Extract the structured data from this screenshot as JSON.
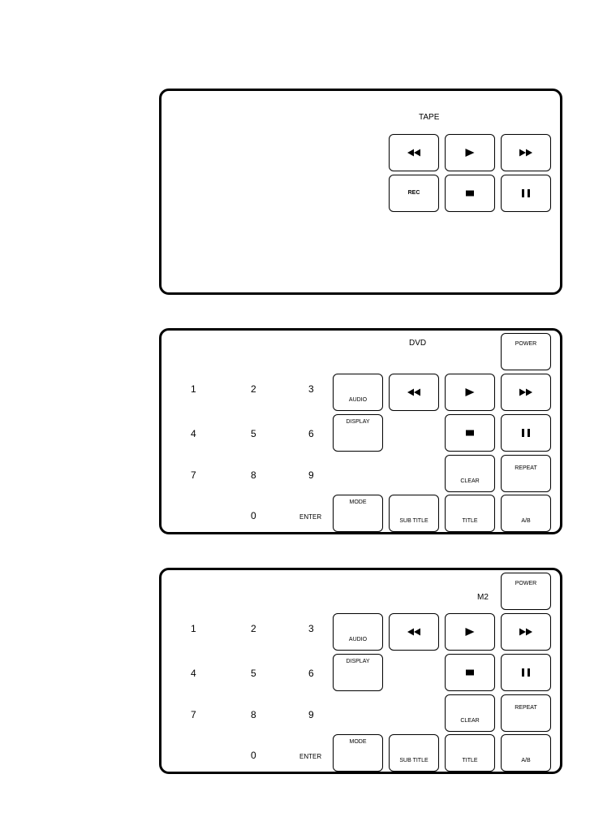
{
  "tape": {
    "title": "TAPE",
    "buttons": {
      "rec": "REC"
    },
    "icons": {
      "rewind": "rewind-icon",
      "play": "play-icon",
      "fast_forward": "fast-forward-icon",
      "stop": "stop-icon",
      "pause": "pause-icon"
    }
  },
  "dvd": {
    "title": "DVD",
    "numbers": [
      "1",
      "2",
      "3",
      "4",
      "5",
      "6",
      "7",
      "8",
      "9",
      "0"
    ],
    "enter": "ENTER",
    "buttons": {
      "power": "POWER",
      "audio": "AUDIO",
      "display": "DISPLAY",
      "clear": "CLEAR",
      "repeat": "REPEAT",
      "mode": "MODE",
      "sub_title": "SUB TITLE",
      "title": "TITLE",
      "ab": "A/B"
    }
  },
  "m2": {
    "title": "M2",
    "numbers": [
      "1",
      "2",
      "3",
      "4",
      "5",
      "6",
      "7",
      "8",
      "9",
      "0"
    ],
    "enter": "ENTER",
    "buttons": {
      "power": "POWER",
      "audio": "AUDIO",
      "display": "DISPLAY",
      "clear": "CLEAR",
      "repeat": "REPEAT",
      "mode": "MODE",
      "sub_title": "SUB TITLE",
      "title": "TITLE",
      "ab": "A/B"
    }
  }
}
